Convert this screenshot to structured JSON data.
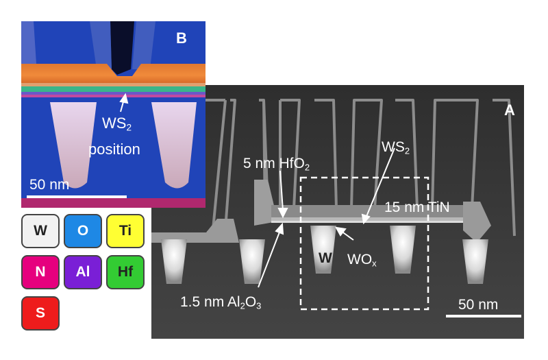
{
  "panel_a": {
    "letter": "A",
    "labels": {
      "ws2": "WS",
      "ws2_sub": "2",
      "hfo2": "5 nm HfO",
      "hfo2_sub": "2",
      "tin": "15 nm TiN",
      "al2o3_a": "1.5 nm Al",
      "al2o3_sub1": "2",
      "al2o3_b": "O",
      "al2o3_sub2": "3",
      "w": "W",
      "wox": "WO",
      "wox_sub": "x"
    },
    "scale_bar": "50 nm"
  },
  "panel_b": {
    "letter": "B",
    "ws2": "WS",
    "ws2_sub": "2",
    "position": "position",
    "scale_bar": "50 nm"
  },
  "legend": [
    {
      "symbol": "W",
      "color": "#f2f2f2",
      "text_color": "#222222"
    },
    {
      "symbol": "O",
      "color": "#1e88e5",
      "text_color": "#ffffff"
    },
    {
      "symbol": "Ti",
      "color": "#ffff33",
      "text_color": "#222222"
    },
    {
      "symbol": "N",
      "color": "#e6007e",
      "text_color": "#ffffff"
    },
    {
      "symbol": "Al",
      "color": "#7a1fd6",
      "text_color": "#ffffff"
    },
    {
      "symbol": "Hf",
      "color": "#33cc33",
      "text_color": "#222222"
    },
    {
      "symbol": "S",
      "color": "#ee1c1c",
      "text_color": "#ffffff"
    }
  ]
}
